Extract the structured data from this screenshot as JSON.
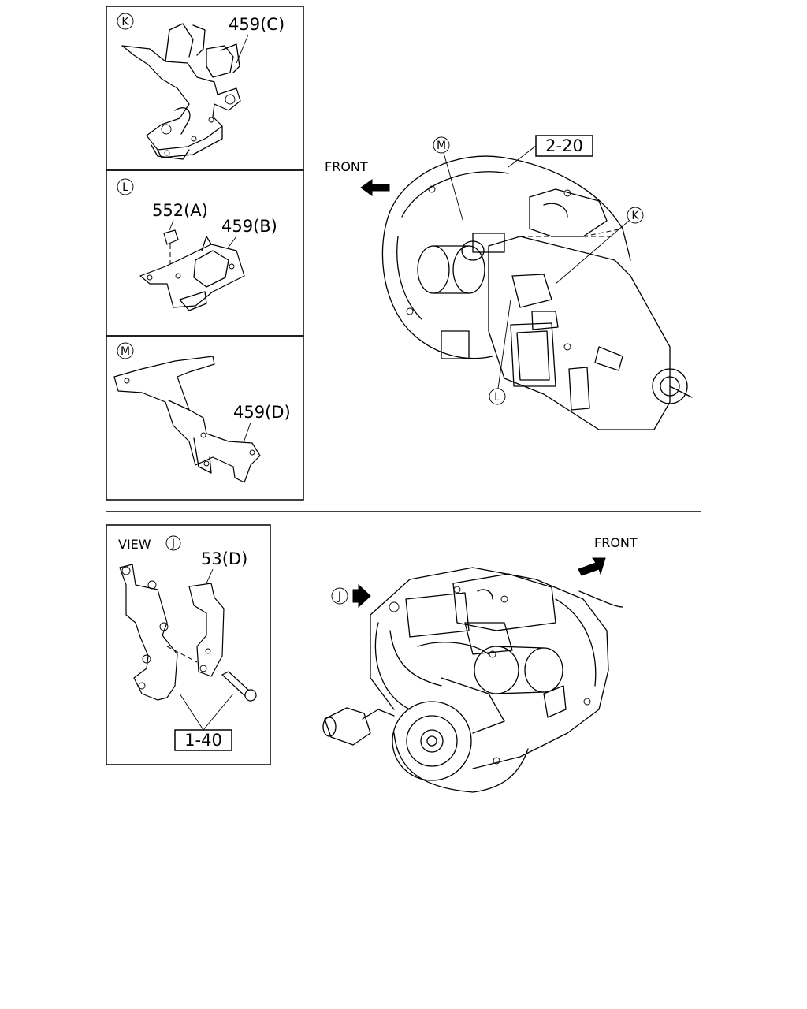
{
  "panel_k": {
    "callout": "K",
    "part": "459(C)"
  },
  "panel_l": {
    "callout": "L",
    "part_nut": "552(A)",
    "part_bracket": "459(B)"
  },
  "panel_m": {
    "callout": "M",
    "part": "459(D)"
  },
  "view_j": {
    "title": "VIEW",
    "callout": "J",
    "part": "53(D)",
    "ref": "1-40"
  },
  "transmission": {
    "ref": "2-20",
    "front_label": "FRONT",
    "callout_m": "M",
    "callout_k": "K",
    "callout_l": "L"
  },
  "engine": {
    "front_label": "FRONT",
    "callout_j": "J"
  }
}
